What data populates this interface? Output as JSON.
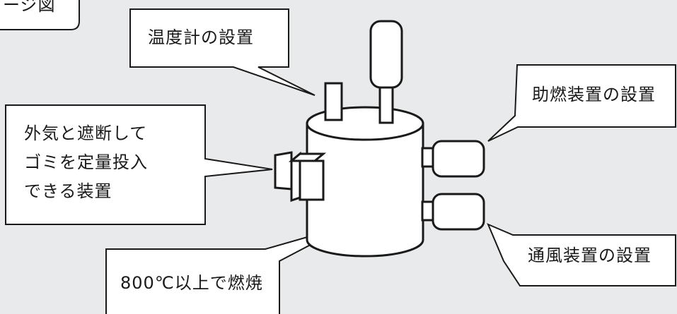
{
  "title_fragment": "ージ図",
  "callouts": {
    "thermometer": "温度計の設置",
    "burner": "助燃装置の設置",
    "feeder_lines": [
      "外気と遮断して",
      "ゴミを定量投入",
      "できる装置"
    ],
    "temperature": "800℃以上で燃焼",
    "ventilation": "通風装置の設置"
  },
  "colors": {
    "background": "#e9eaeb",
    "box_fill": "#ffffff",
    "stroke": "#1a1a1a"
  }
}
